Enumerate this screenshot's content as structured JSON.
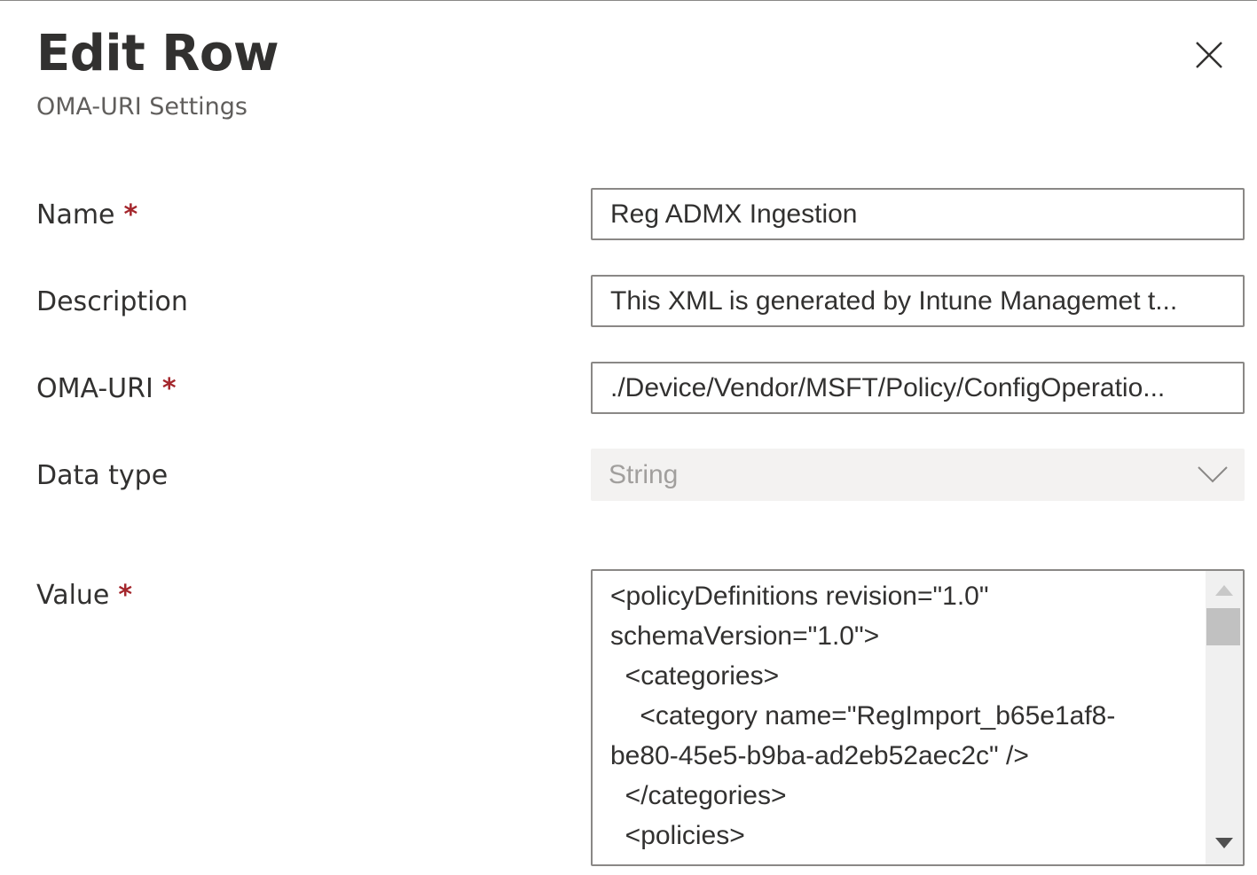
{
  "panel": {
    "title": "Edit Row",
    "subtitle": "OMA-URI Settings"
  },
  "icons": {
    "close": "close-icon",
    "chevron": "chevron-down-icon"
  },
  "colors": {
    "required_marker": "#a4262c",
    "border": "#8a8886",
    "disabled_bg": "#f3f2f1"
  },
  "form": {
    "name": {
      "label": "Name",
      "required_mark": "*",
      "value": "Reg ADMX Ingestion"
    },
    "description": {
      "label": "Description",
      "value": "This XML is generated by Intune Managemet t..."
    },
    "oma_uri": {
      "label": "OMA-URI",
      "required_mark": "*",
      "value": "./Device/Vendor/MSFT/Policy/ConfigOperatio..."
    },
    "data_type": {
      "label": "Data type",
      "value": "String"
    },
    "value": {
      "label": "Value",
      "required_mark": "*",
      "text": "<policyDefinitions revision=\"1.0\"\nschemaVersion=\"1.0\">\n  <categories>\n    <category name=\"RegImport_b65e1af8-\nbe80-45e5-b9ba-ad2eb52aec2c\" />\n  </categories>\n  <policies>"
    }
  }
}
